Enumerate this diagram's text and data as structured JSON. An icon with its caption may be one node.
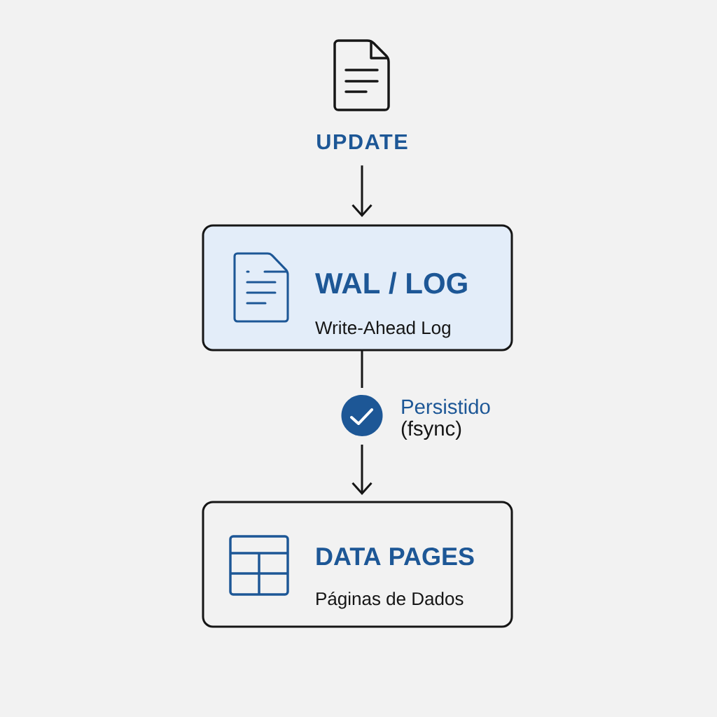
{
  "diagram": {
    "nodes": [
      {
        "text": [
          "UPDATE"
        ]
      },
      {
        "text": [
          "WAL / LOG",
          "Write-Ahead Log"
        ]
      },
      {
        "text": [],
        "shape": "circle",
        "beside": [
          "Persistido",
          "(fsync)"
        ]
      },
      {
        "text": [
          "DATA PAGES",
          "Páginas de Dados"
        ]
      }
    ],
    "edges": [
      {
        "from": 0,
        "to": 1,
        "arrow": "to"
      },
      {
        "from": 1,
        "to": 2,
        "arrow": "none"
      },
      {
        "from": 2,
        "to": 3,
        "arrow": "to"
      }
    ]
  }
}
